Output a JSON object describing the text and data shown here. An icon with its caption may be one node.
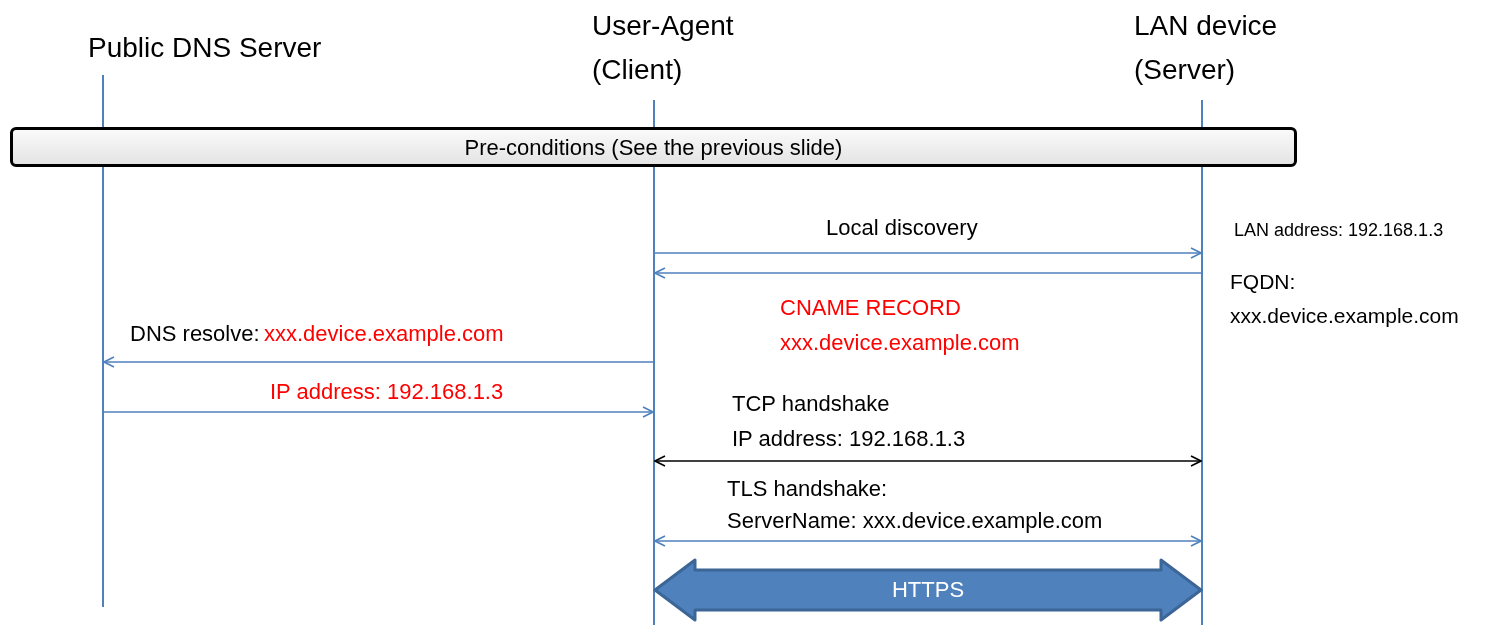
{
  "diagram": {
    "nodes": [
      {
        "text": [
          "Public DNS Server"
        ]
      },
      {
        "text": [
          "User-Agent (Client)"
        ]
      },
      {
        "text": [
          "LAN device (Server)"
        ]
      },
      {
        "text": [],
        "shape": "bar"
      },
      {
        "text": [],
        "shape": "bar"
      },
      {
        "text": [],
        "shape": "bar"
      },
      {
        "text": [
          "Pre-conditions (See the previous slide)"
        ]
      }
    ],
    "edges": [
      {
        "from": 4,
        "to": 5,
        "arrow": "to",
        "label": "Local discovery"
      },
      {
        "from": 5,
        "to": 4,
        "arrow": "to",
        "label": "CNAME RECORD"
      },
      {
        "from": 4,
        "to": 3,
        "arrow": "to",
        "label": "DNS resolve:"
      },
      {
        "from": 3,
        "to": 4,
        "arrow": "to",
        "label": "IP address: 192.168.1.3"
      },
      {
        "from": 4,
        "to": 5,
        "arrow": "both",
        "label": "TCP handshake",
        "color": "#000000"
      },
      {
        "from": 4,
        "to": 5,
        "arrow": "both",
        "label": "TLS handshake:"
      },
      {
        "from": 4,
        "to": 5,
        "arrow": "both",
        "label": "HTTPS",
        "style": "thick"
      },
      {
        "from": 0,
        "to": 6,
        "arrow": "none"
      },
      {
        "from": 1,
        "to": 6,
        "arrow": "none"
      },
      {
        "from": 2,
        "to": 6,
        "arrow": "none"
      }
    ],
    "labels": [
      "LAN address: 192.168.1.3",
      "FQDN:",
      "xxx.device.example.com",
      "xxx.device.example.com",
      "xxx.device.example.com",
      "IP address: 192.168.1.3",
      "ServerName: xxx.device.example.com"
    ]
  }
}
